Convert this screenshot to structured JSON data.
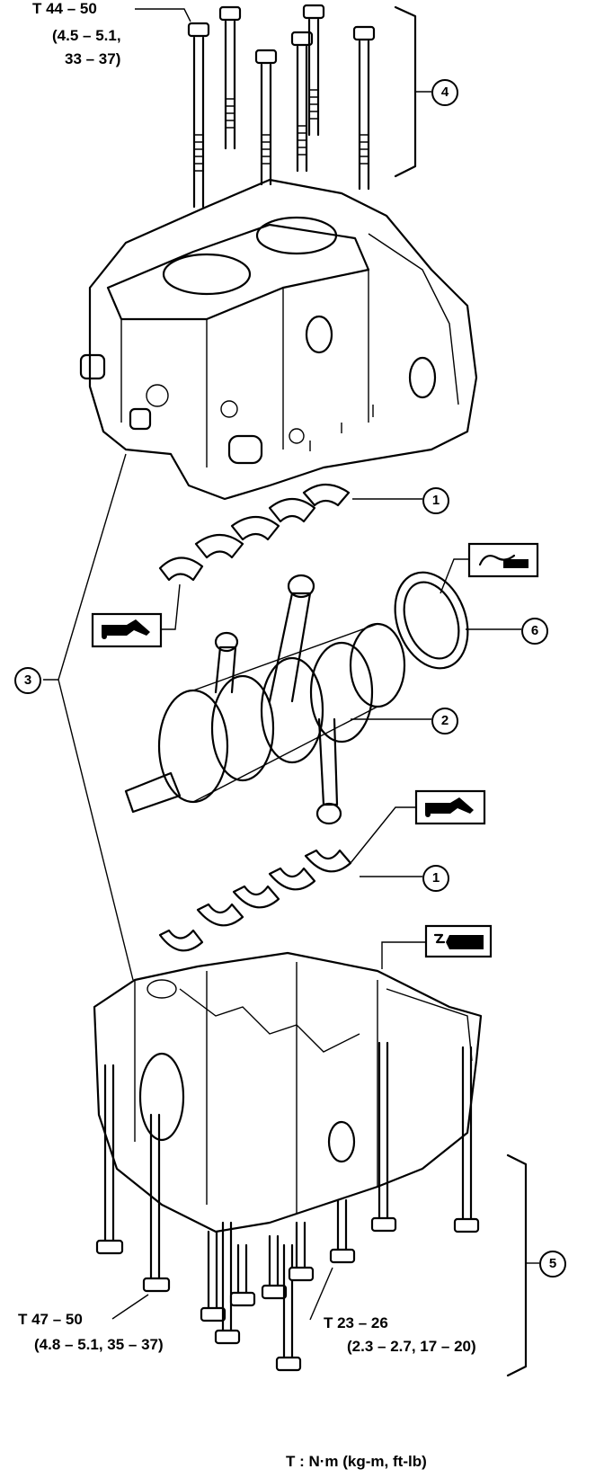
{
  "callouts": [
    {
      "id": "1a",
      "number": "1"
    },
    {
      "id": "1b",
      "number": "1"
    },
    {
      "id": "2",
      "number": "2"
    },
    {
      "id": "3",
      "number": "3"
    },
    {
      "id": "4",
      "number": "4"
    },
    {
      "id": "5",
      "number": "5"
    },
    {
      "id": "6",
      "number": "6"
    }
  ],
  "torque_specs": {
    "head_bolts": {
      "line1": "T  44 – 50",
      "line2": "(4.5 – 5.1,",
      "line3": "33 – 37)"
    },
    "case_bolts_left": {
      "line1": "T  47 – 50",
      "line2": "(4.8 – 5.1, 35 – 37)"
    },
    "case_bolts_right": {
      "line1": "T  23 – 26",
      "line2": "(2.3 – 2.7, 17 – 20)"
    }
  },
  "legend": {
    "text": "T  :  N·m (kg-m, ft-lb)"
  },
  "icons": [
    "oil-can-icon",
    "oil-can-icon",
    "grease-icon",
    "sealant-tube-icon"
  ]
}
